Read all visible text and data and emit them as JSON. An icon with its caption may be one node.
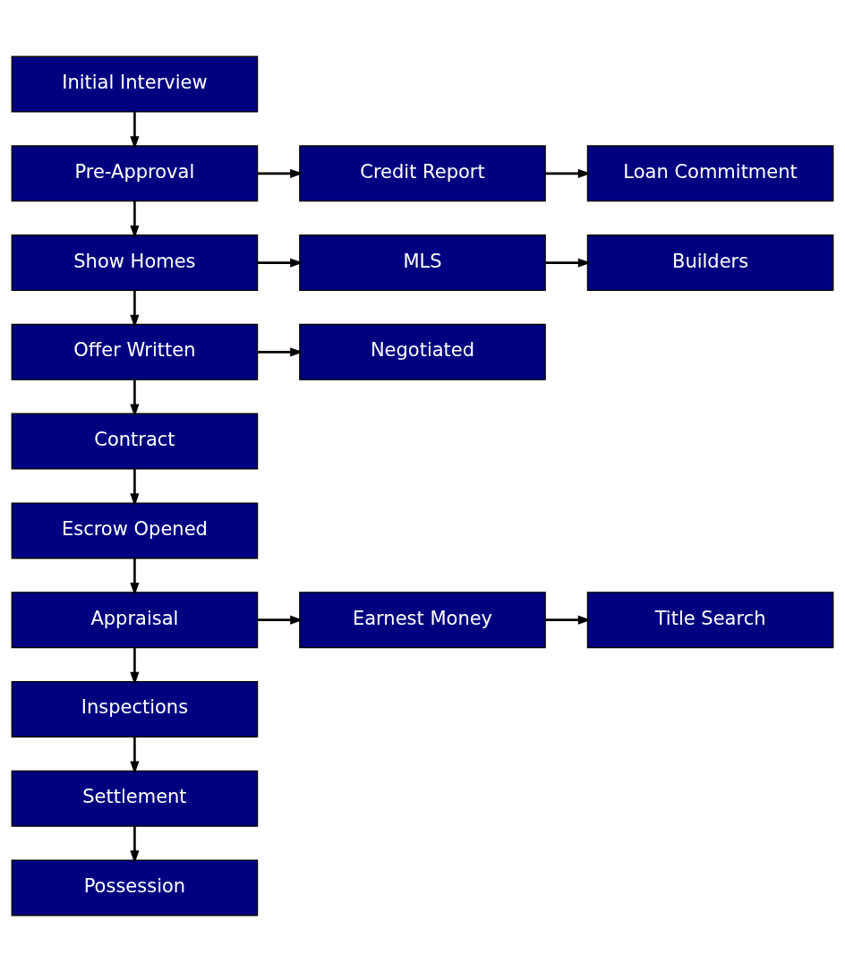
{
  "diagram": {
    "nodes": [
      {
        "text": [
          "Initial Interview"
        ]
      },
      {
        "text": [
          "Pre-Approval"
        ]
      },
      {
        "text": [
          "Credit Report"
        ]
      },
      {
        "text": [
          "Loan Commitment"
        ]
      },
      {
        "text": [
          "Show Homes"
        ]
      },
      {
        "text": [
          "MLS"
        ]
      },
      {
        "text": [
          "Builders"
        ]
      },
      {
        "text": [
          "Offer Written"
        ]
      },
      {
        "text": [
          "Negotiated"
        ]
      },
      {
        "text": [
          "Contract"
        ]
      },
      {
        "text": [
          "Escrow Opened"
        ]
      },
      {
        "text": [
          "Appraisal"
        ]
      },
      {
        "text": [
          "Earnest Money"
        ]
      },
      {
        "text": [
          "Title Search"
        ]
      },
      {
        "text": [
          "Inspections"
        ]
      },
      {
        "text": [
          "Settlement"
        ]
      },
      {
        "text": [
          "Possession"
        ]
      }
    ],
    "edges": [
      {
        "from": 0,
        "to": 1,
        "arrow": "to"
      },
      {
        "from": 1,
        "to": 2,
        "arrow": "to"
      },
      {
        "from": 2,
        "to": 3,
        "arrow": "to"
      },
      {
        "from": 1,
        "to": 4,
        "arrow": "to"
      },
      {
        "from": 4,
        "to": 5,
        "arrow": "to"
      },
      {
        "from": 5,
        "to": 6,
        "arrow": "to"
      },
      {
        "from": 4,
        "to": 7,
        "arrow": "to"
      },
      {
        "from": 7,
        "to": 8,
        "arrow": "to"
      },
      {
        "from": 7,
        "to": 9,
        "arrow": "to"
      },
      {
        "from": 9,
        "to": 10,
        "arrow": "to"
      },
      {
        "from": 10,
        "to": 11,
        "arrow": "to"
      },
      {
        "from": 11,
        "to": 12,
        "arrow": "to"
      },
      {
        "from": 12,
        "to": 13,
        "arrow": "to"
      },
      {
        "from": 11,
        "to": 14,
        "arrow": "to"
      },
      {
        "from": 14,
        "to": 15,
        "arrow": "to"
      },
      {
        "from": 15,
        "to": 16,
        "arrow": "to"
      }
    ]
  }
}
